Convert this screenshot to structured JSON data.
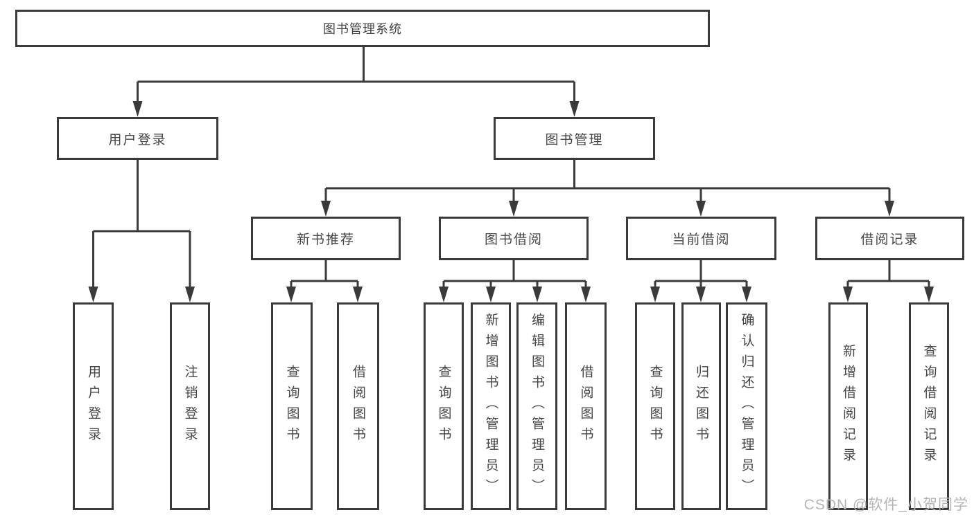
{
  "colors": {
    "line": "#3a3a3a",
    "box_border": "#3a3a3a",
    "text": "#454545",
    "watermark": "#b5b5b5",
    "background": "#ffffff"
  },
  "watermark": {
    "text": "CSDN @软件_小贺同学"
  },
  "diagram": {
    "type": "hierarchy-tree",
    "root": {
      "label": "图书管理系统",
      "children": [
        {
          "label": "用户登录",
          "children": [
            {
              "label": "用户登录"
            },
            {
              "label": "注销登录"
            }
          ]
        },
        {
          "label": "图书管理",
          "children": [
            {
              "label": "新书推荐",
              "children": [
                {
                  "label": "查询图书"
                },
                {
                  "label": "借阅图书"
                }
              ]
            },
            {
              "label": "图书借阅",
              "children": [
                {
                  "label": "查询图书"
                },
                {
                  "label": "新增图书（管理员）"
                },
                {
                  "label": "编辑图书（管理员）"
                },
                {
                  "label": "借阅图书"
                }
              ]
            },
            {
              "label": "当前借阅",
              "children": [
                {
                  "label": "查询图书"
                },
                {
                  "label": "归还图书"
                },
                {
                  "label": "确认归还（管理员）"
                }
              ]
            },
            {
              "label": "借阅记录",
              "children": [
                {
                  "label": "新增借阅记录"
                },
                {
                  "label": "查询借阅记录"
                }
              ]
            }
          ]
        }
      ]
    }
  }
}
